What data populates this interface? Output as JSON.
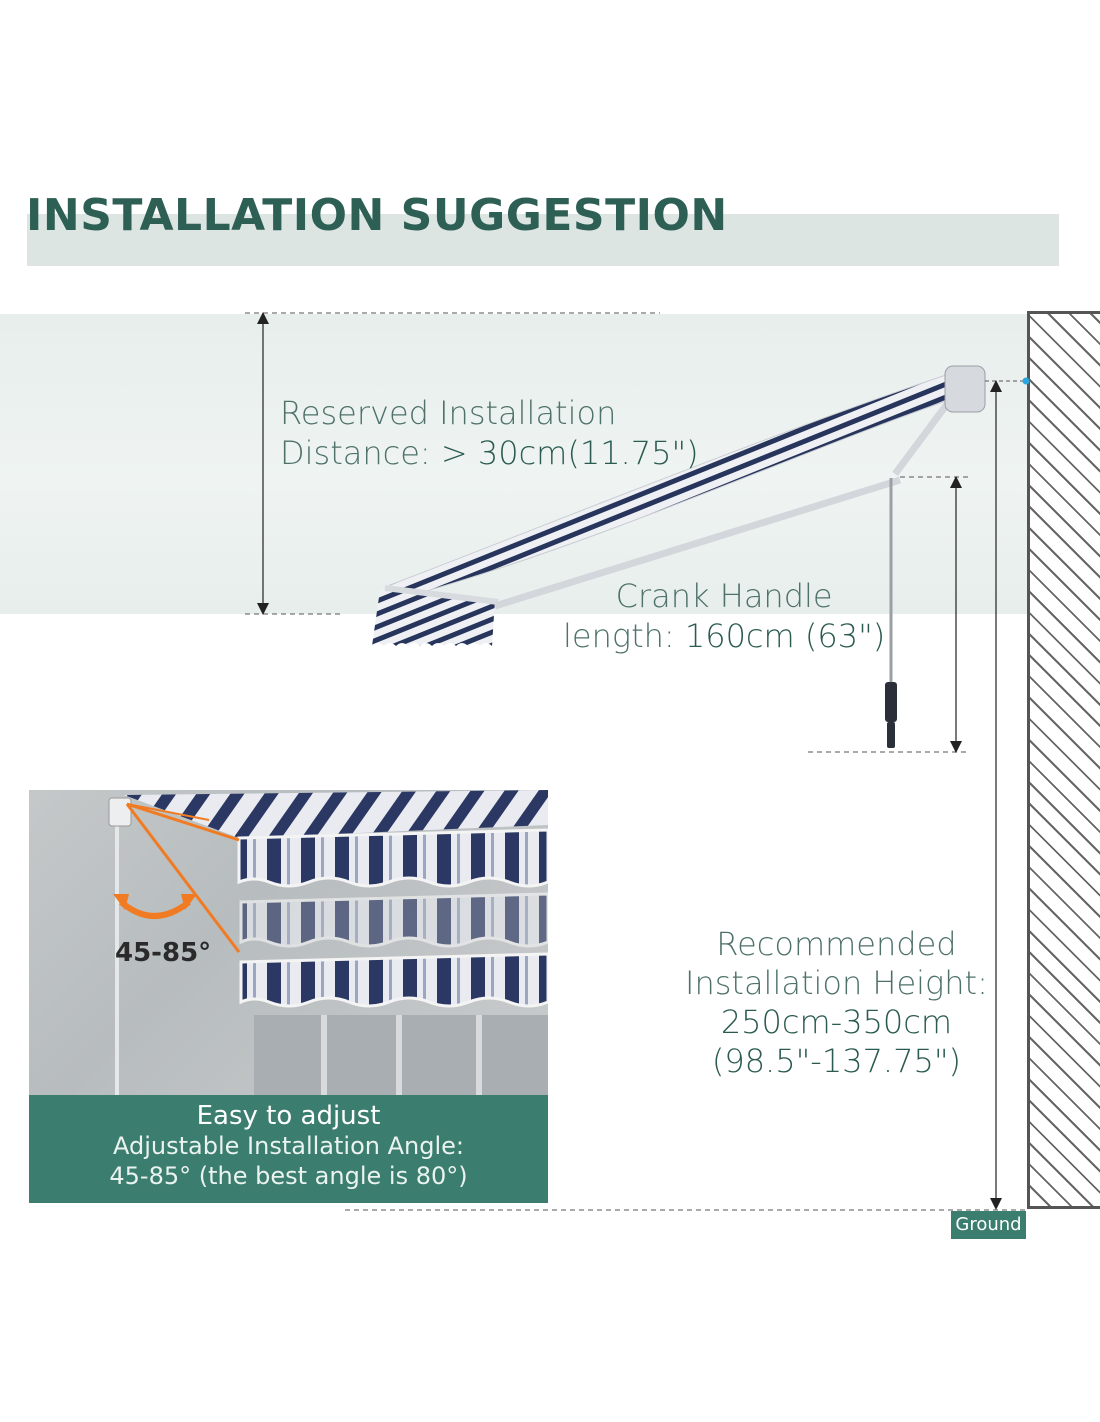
{
  "header": {
    "title": "INSTALLATION SUGGESTION"
  },
  "reserved": {
    "line1": "Reserved Installation",
    "line2_prefix": "Distance:",
    "line2_value": " > 30cm(11.75\")"
  },
  "crank": {
    "line1": "Crank Handle",
    "line2_prefix": "length:",
    "line2_value": " 160cm (63\")"
  },
  "height": {
    "line1": "Recommended",
    "line2": "Installation Height:",
    "line3": "250cm-350cm",
    "line4": "(98.5\"-137.75\")"
  },
  "adjust": {
    "heading": "Easy to adjust",
    "line1": "Adjustable Installation Angle:",
    "line2": "45-85° (the best angle is 80°)",
    "angle_badge": "45-85°"
  },
  "ground": {
    "label": "Ground"
  },
  "colors": {
    "accent": "#3b7d6e",
    "title": "#2e5f54",
    "awning_navy": "#27345b",
    "angle_orange": "#f07b22"
  }
}
